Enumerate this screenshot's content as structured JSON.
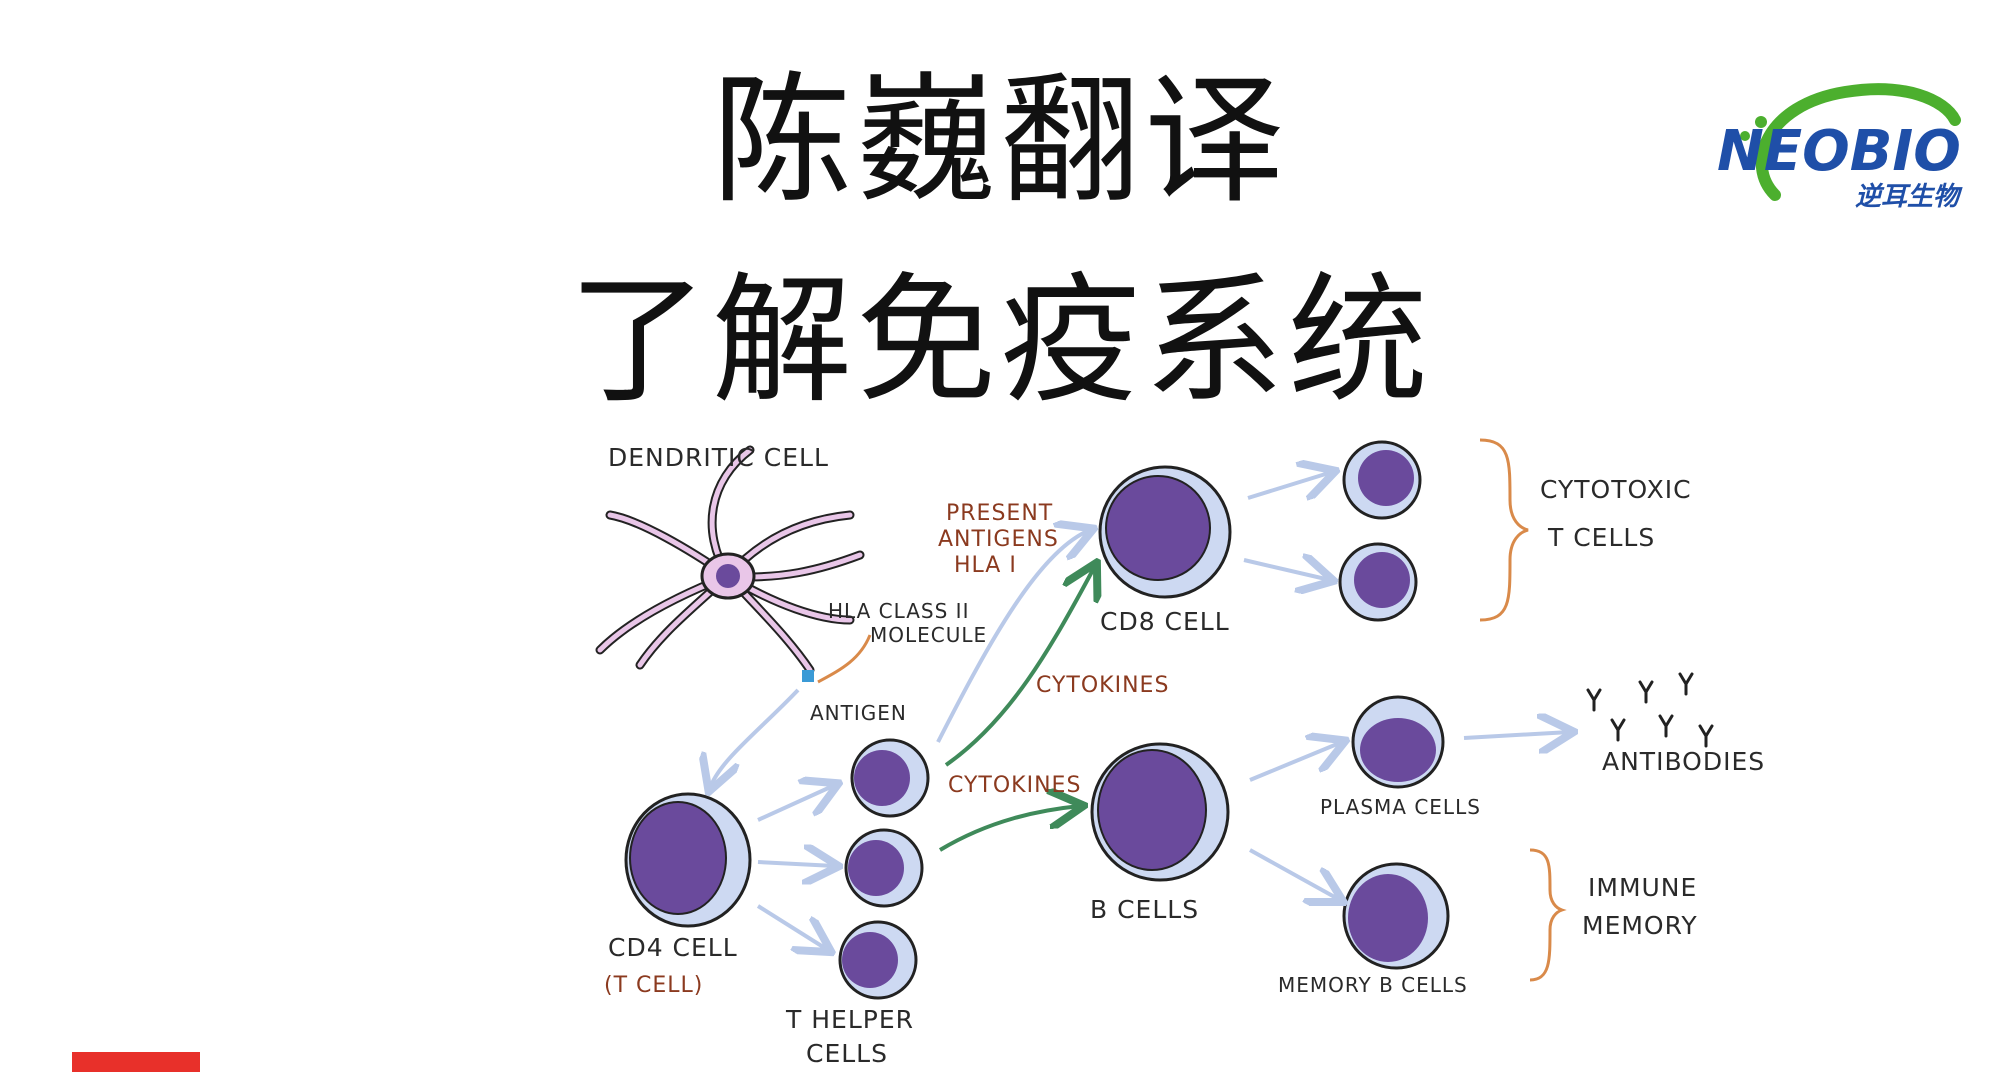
{
  "title": {
    "line1": "陈巍翻译",
    "line2": "了解免疫系统"
  },
  "logo": {
    "brand": "NEOBIO",
    "subtext": "逆耳生物",
    "colors": {
      "brand_blue": "#1f4fa8",
      "swoosh_green": "#4caf2e"
    }
  },
  "diagram": {
    "labels": {
      "dendritic_cell": "DENDRITIC CELL",
      "hla_class_ii": "HLA CLASS II",
      "hla_molecule": "MOLECULE",
      "antigen": "ANTIGEN",
      "present1": "PRESENT",
      "present2": "ANTIGENS",
      "present3": "HLA I",
      "cd8": "CD8 CELL",
      "cytokines_top": "CYTOKINES",
      "cytokines_bottom": "CYTOKINES",
      "cytotoxic1": "CYTOTOXIC",
      "cytotoxic2": "T CELLS",
      "antibodies": "ANTIBODIES",
      "plasma": "PLASMA CELLS",
      "bcells": "B CELLS",
      "immune1": "IMMUNE",
      "immune2": "MEMORY",
      "memoryb": "MEMORY B CELLS",
      "cd4_1": "CD4 CELL",
      "cd4_2": "(T CELL)",
      "thelper1": "T HELPER",
      "thelper2": "CELLS"
    },
    "colors": {
      "nucleus": "#6a4a9c",
      "cytoplasm": "#cdd9f2",
      "outline": "#222222",
      "arrow_blue": "#b9c9e8",
      "arrow_green": "#3f8a5a",
      "brace_orange": "#d98a4a",
      "dendritic": "#e9c6e8"
    }
  }
}
